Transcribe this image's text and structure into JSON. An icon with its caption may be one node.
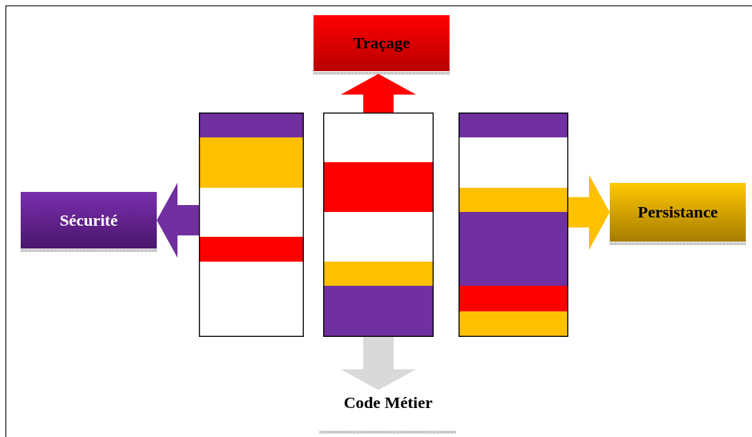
{
  "diagram": {
    "nodes": [
      {
        "text": [
          "Traçage"
        ]
      },
      {
        "text": [
          "Sécurité"
        ]
      },
      {
        "text": [
          "Persistance"
        ]
      },
      {
        "text": [
          "Code Métier"
        ]
      },
      {
        "text": [],
        "shape": "box"
      },
      {
        "text": [],
        "shape": "box"
      },
      {
        "text": [],
        "shape": "box"
      }
    ],
    "edges": [
      {
        "from": 5,
        "to": 0,
        "arrow": "to",
        "color": "#ff0000"
      },
      {
        "from": 4,
        "to": 1,
        "arrow": "to",
        "color": "#7030a0"
      },
      {
        "from": 6,
        "to": 2,
        "arrow": "to",
        "color": "#ffc000"
      },
      {
        "from": 5,
        "to": 3,
        "arrow": "to",
        "color": "#d9d9d9"
      }
    ]
  }
}
